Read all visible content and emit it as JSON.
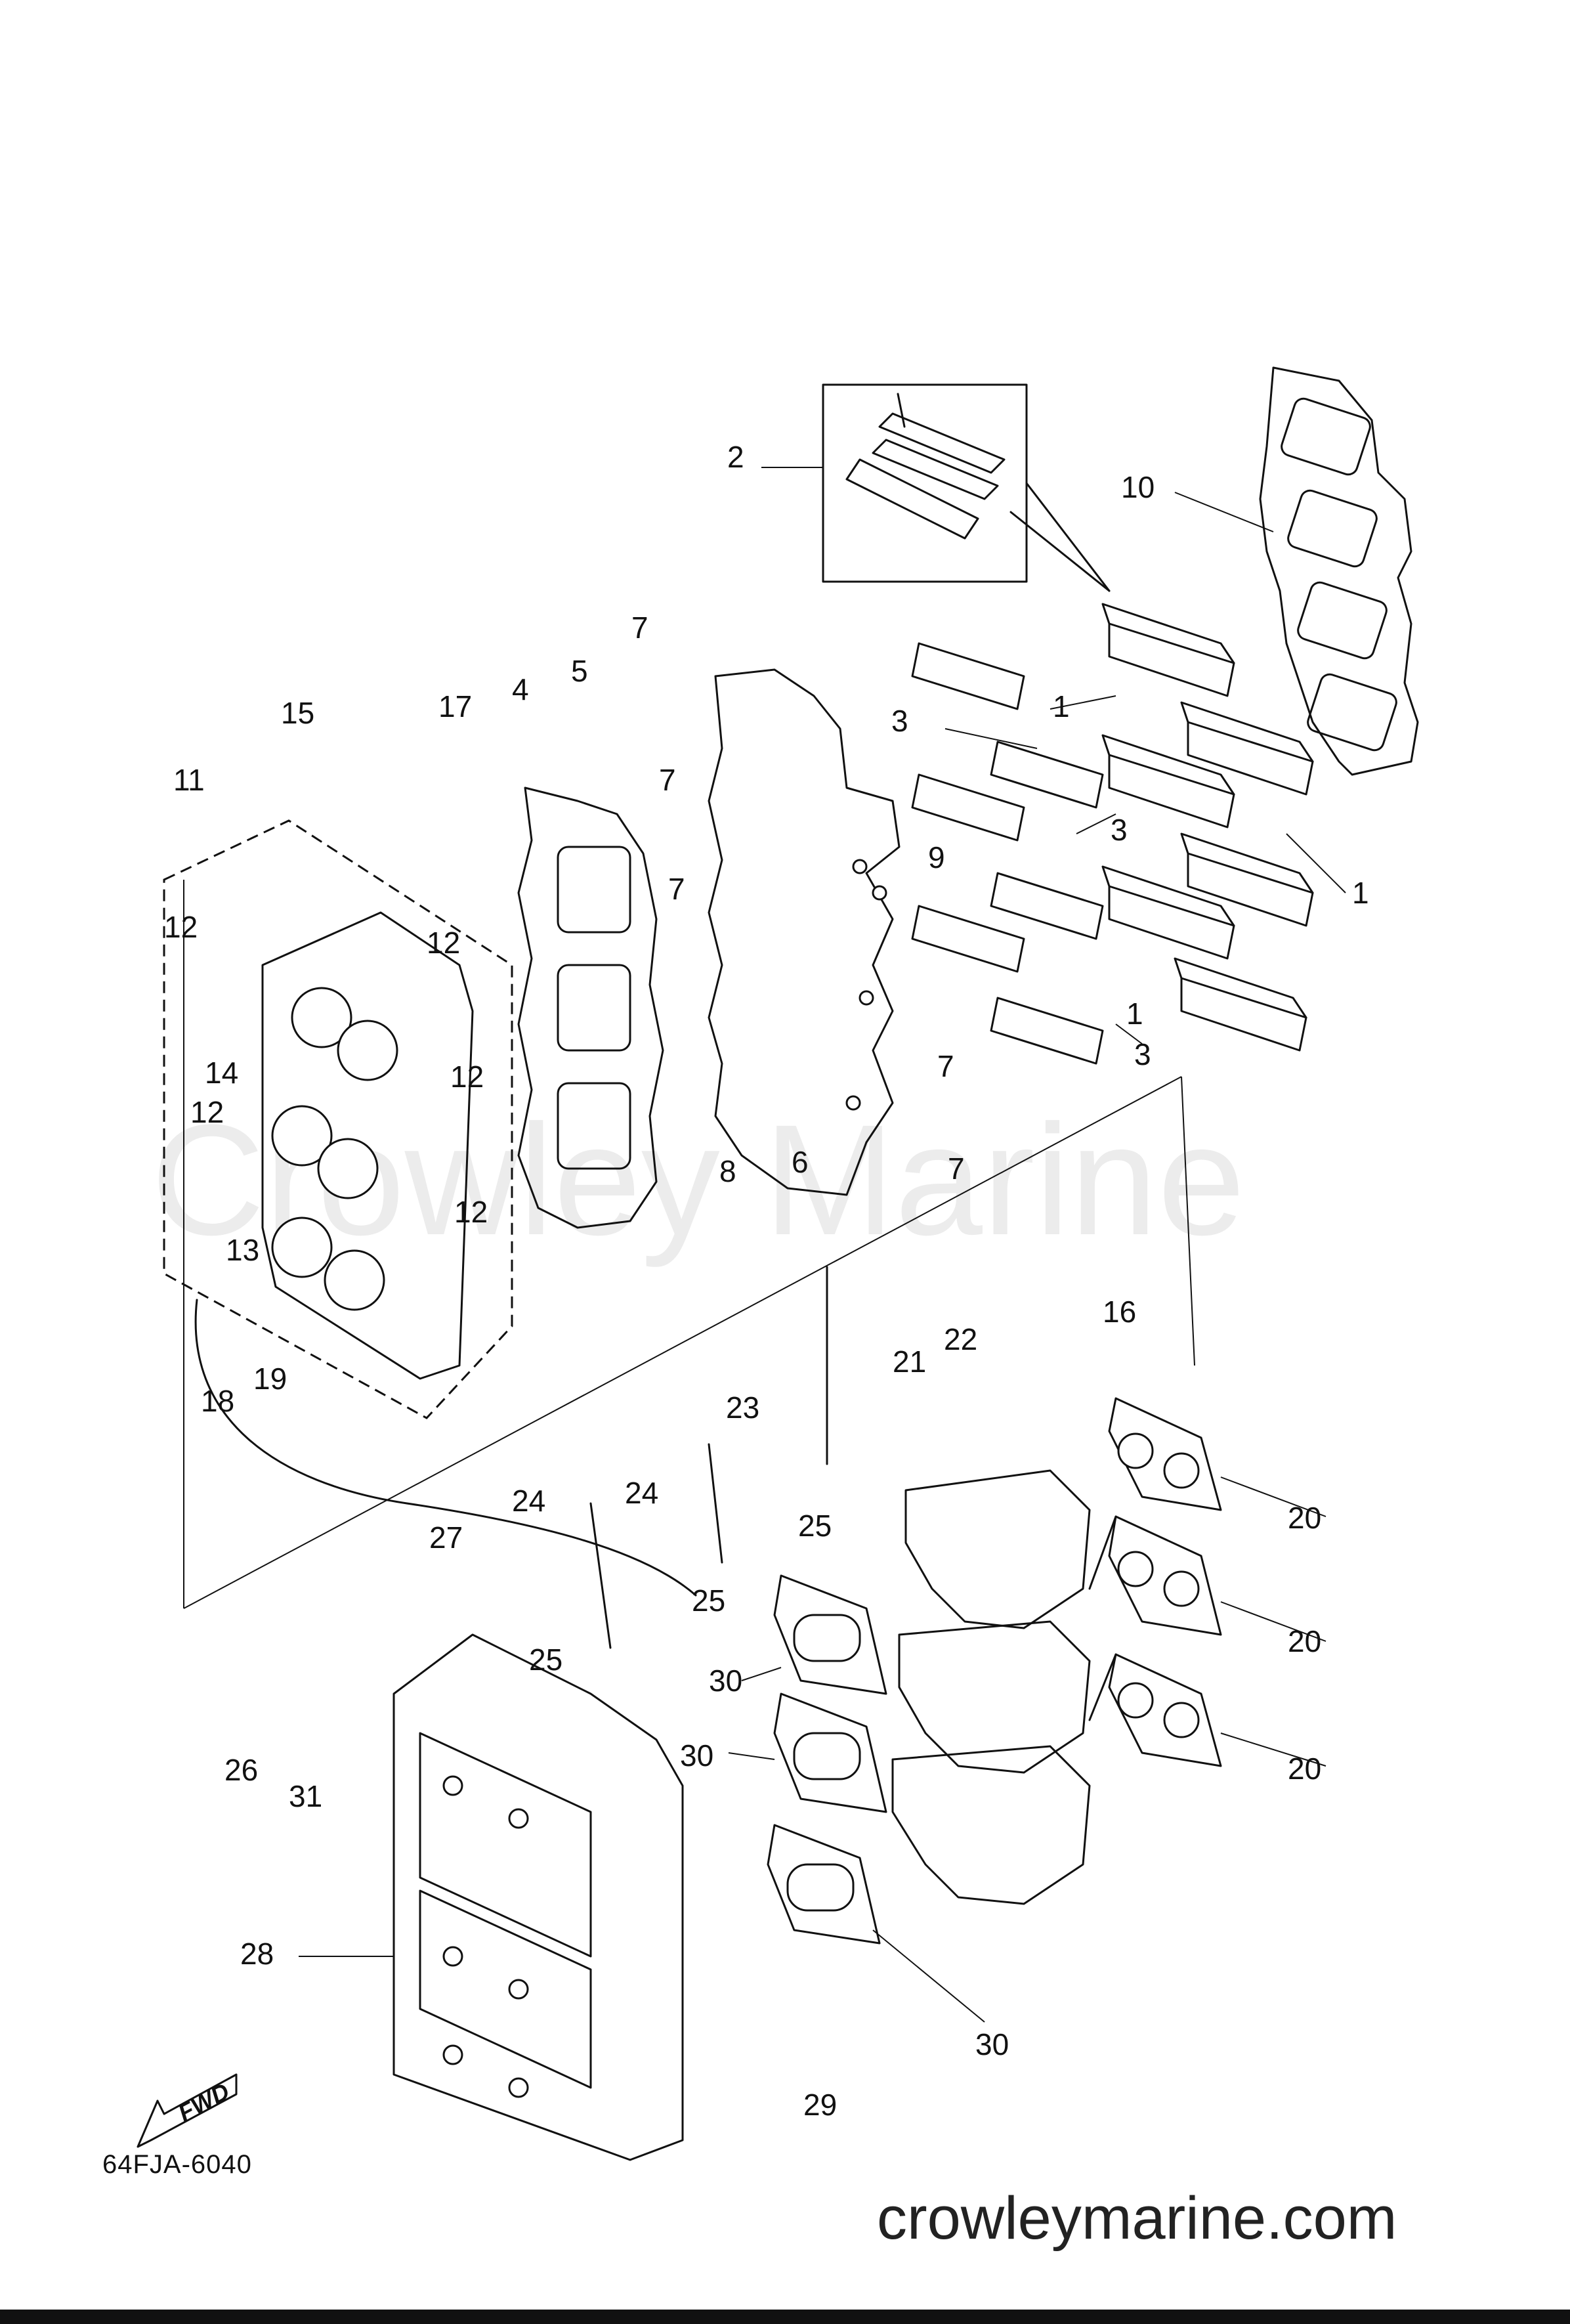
{
  "diagram": {
    "part_code": "64FJA-6040",
    "watermark": "Crowley Marine",
    "website": "crowleymarine.com",
    "fwd_label": "FWD",
    "callouts": [
      "1",
      "2",
      "3",
      "4",
      "5",
      "6",
      "7",
      "8",
      "9",
      "10",
      "11",
      "12",
      "13",
      "14",
      "15",
      "16",
      "17",
      "18",
      "19",
      "20",
      "21",
      "22",
      "23",
      "24",
      "25",
      "26",
      "27",
      "28",
      "29",
      "30",
      "31"
    ]
  }
}
